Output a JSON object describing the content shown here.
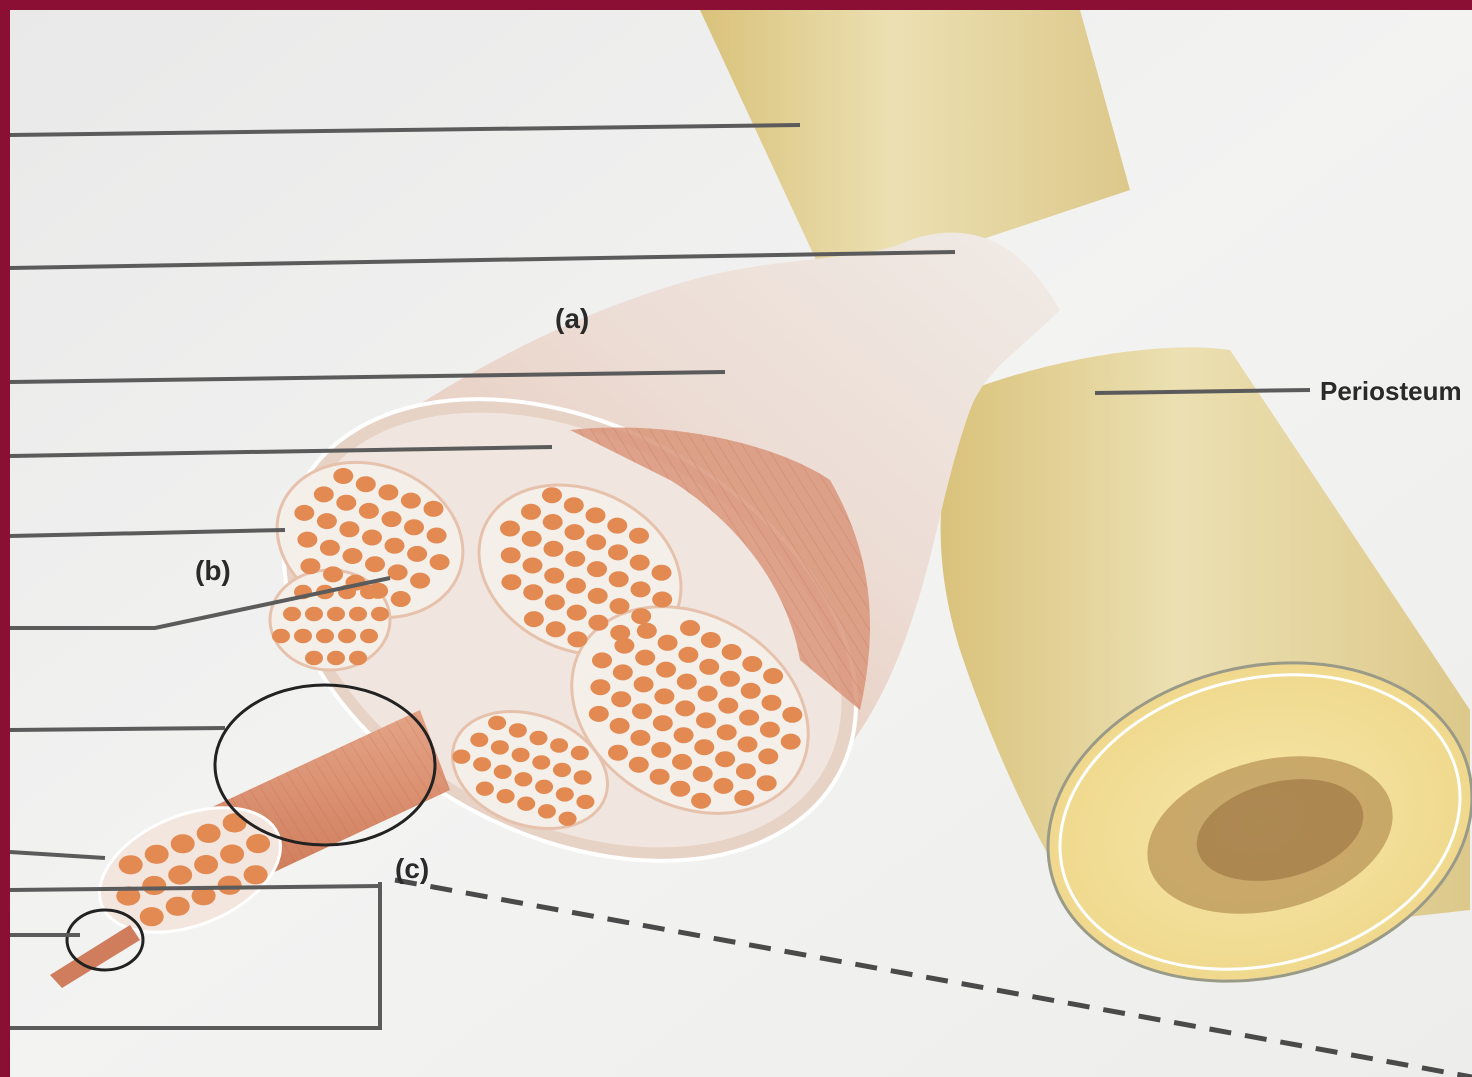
{
  "diagram": {
    "labels": {
      "a": "(a)",
      "b": "(b)",
      "c": "(c)",
      "periosteum": "Periosteum"
    },
    "blank_label_lines_count": 11,
    "colors": {
      "frame": "#8b0f35",
      "paper": "#eeeeec",
      "bone": "#e5d49a",
      "bone_cut": "#f2dc8e",
      "marrow": "#a67a3f",
      "tendon_sheath": "#e8d8d0",
      "muscle": "#d98e6e",
      "fascicle_fiber": "#e28a52",
      "leader_line": "#5b5b5b"
    }
  }
}
